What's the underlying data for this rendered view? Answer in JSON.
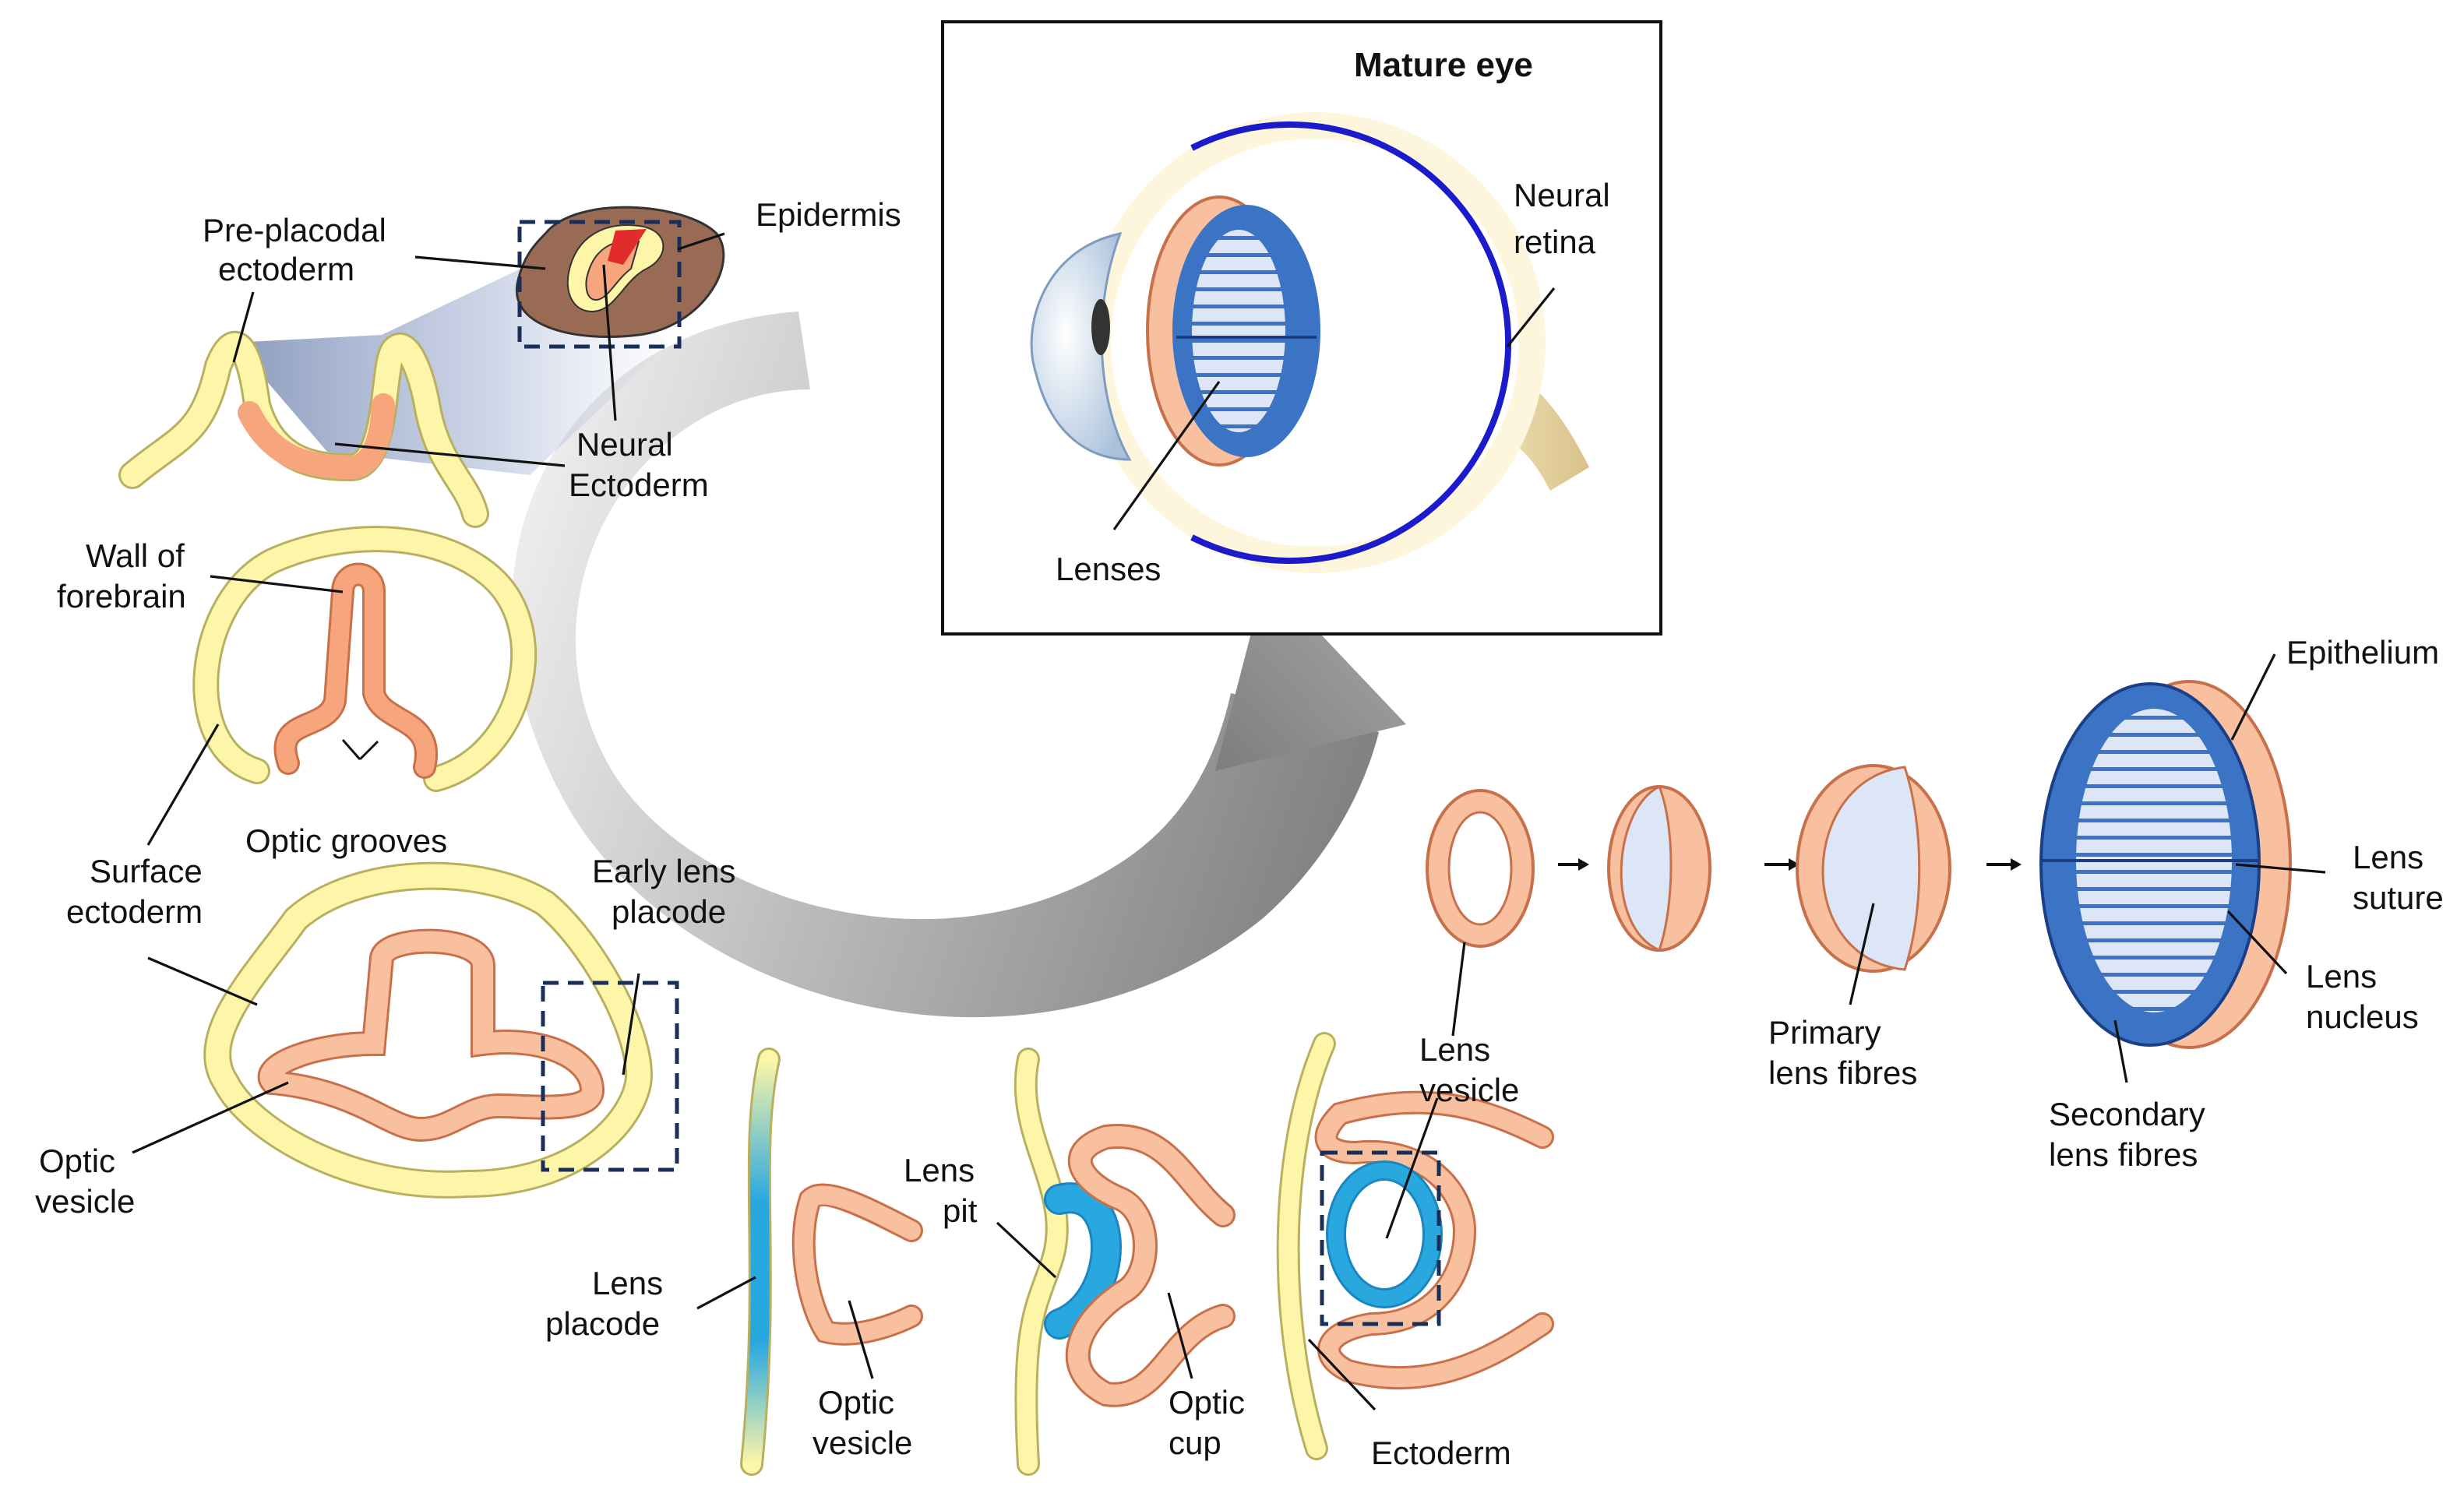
{
  "title": "Mature eye",
  "colors": {
    "neural_ectoderm": "#f6a57c",
    "surface_ectoderm": "#fdf6a8",
    "lens_placode": "#29a8e0",
    "retina": "#1b1bcc",
    "lens_blue": "#3b74c4",
    "lens_fibre_fill": "#d6e3f5",
    "progression_arrow": "#8a8a8a",
    "box_dash": "#1a2e5a"
  },
  "labels": {
    "pre_placodal": [
      "Pre-placodal",
      "ectoderm"
    ],
    "epidermis": "Epidermis",
    "neural_ectoderm": [
      "Neural",
      "Ectoderm"
    ],
    "wall_forebrain": [
      "Wall of",
      "forebrain"
    ],
    "optic_grooves": "Optic grooves",
    "surface_ectoderm": [
      "Surface",
      "ectoderm"
    ],
    "early_lens_placode": [
      "Early lens",
      "placode"
    ],
    "optic_vesicle_1": [
      "Optic",
      "vesicle"
    ],
    "lens_placode": [
      "Lens",
      "placode"
    ],
    "optic_vesicle_2": [
      "Optic",
      "vesicle"
    ],
    "lens_pit": [
      "Lens",
      "pit"
    ],
    "optic_cup": [
      "Optic",
      "cup"
    ],
    "lens_vesicle": [
      "Lens",
      "vesicle"
    ],
    "ectoderm": "Ectoderm",
    "neural_retina": [
      "Neural",
      "retina"
    ],
    "lenses": "Lenses",
    "primary_lens_fibres": [
      "Primary",
      "lens fibres"
    ],
    "epithelium": "Epithelium",
    "lens_suture": [
      "Lens",
      "suture"
    ],
    "lens_nucleus": [
      "Lens",
      "nucleus"
    ],
    "secondary_lens_fibres": [
      "Secondary",
      "lens fibres"
    ]
  }
}
